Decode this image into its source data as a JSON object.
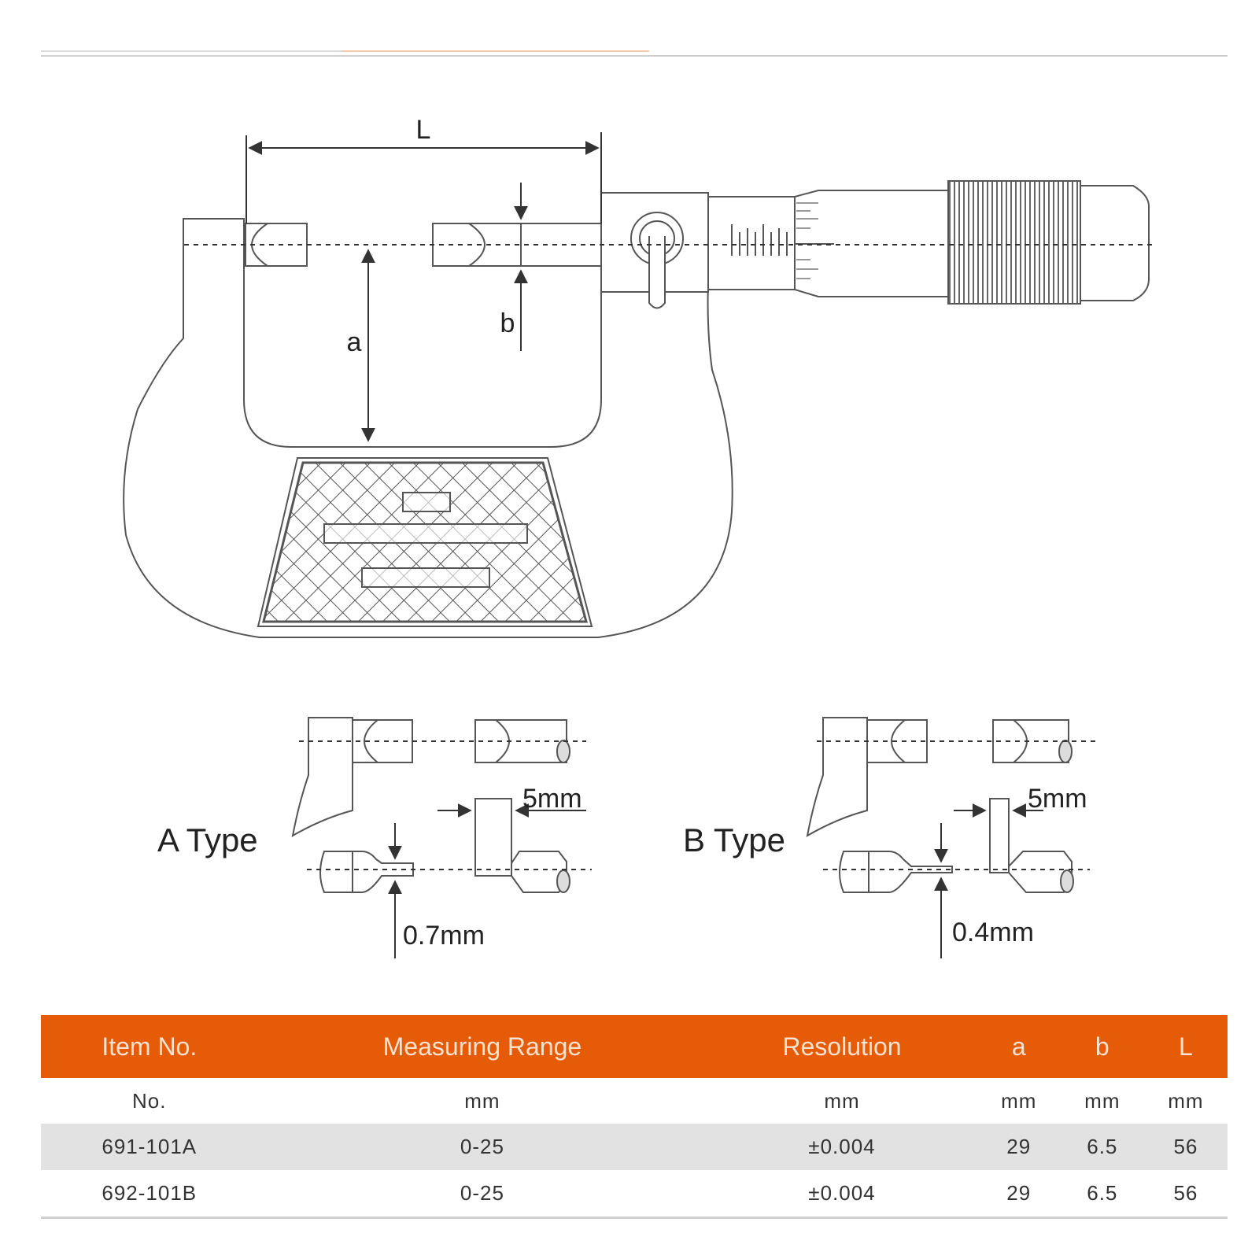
{
  "diagram": {
    "dim_L": "L",
    "dim_a": "a",
    "dim_b": "b",
    "a_type_label": "A Type",
    "b_type_label": "B Type",
    "a_width": "5mm",
    "b_width": "5mm",
    "a_thickness": "0.7mm",
    "b_thickness": "0.4mm"
  },
  "table": {
    "headers": [
      "Item No.",
      "Measuring Range",
      "Resolution",
      "a",
      "b",
      "L"
    ],
    "units": [
      "No.",
      "mm",
      "mm",
      "mm",
      "mm",
      "mm"
    ],
    "rows": [
      [
        "691-101A",
        "0-25",
        "±0.004",
        "29",
        "6.5",
        "56"
      ],
      [
        "692-101B",
        "0-25",
        "±0.004",
        "29",
        "6.5",
        "56"
      ]
    ]
  },
  "colors": {
    "header_bg": "#e55b08",
    "row_shade": "#e2e2e2",
    "line": "#555555"
  }
}
